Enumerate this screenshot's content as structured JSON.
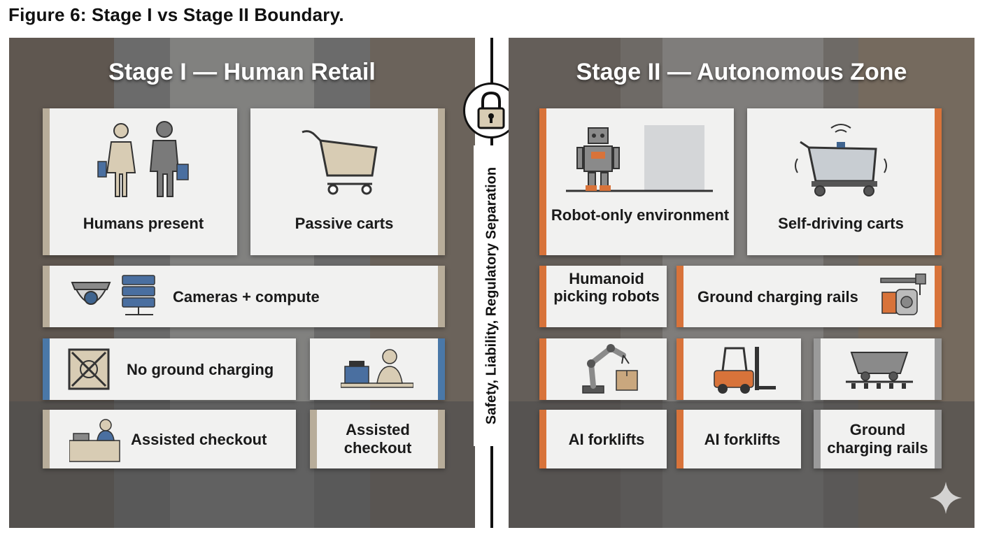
{
  "figure_title": "Figure 6: Stage I vs Stage II Boundary.",
  "divider": {
    "label": "Safety, Liability, Regulatory Separation"
  },
  "stage1": {
    "heading": "Stage I — Human Retail",
    "humans": "Humans present",
    "carts": "Passive carts",
    "cameras": "Cameras + compute",
    "charging": "No ground charging",
    "checkout": "Assisted checkout",
    "checkout2": "Assisted checkout"
  },
  "stage2": {
    "heading": "Stage II — Autonomous Zone",
    "robot_env": "Robot-only environment",
    "self_carts": "Self-driving carts",
    "humanoid": "Humanoid picking robots",
    "rails": "Ground charging rails",
    "forklift1": "AI forklifts",
    "forklift2": "AI forklifts",
    "rails2": "Ground charging rails"
  },
  "colors": {
    "stage1_accent": "#b8ad9a",
    "stage1_blue": "#4a78a8",
    "stage2_accent": "#d8733a",
    "neutral_grey": "#9a9a9a"
  }
}
